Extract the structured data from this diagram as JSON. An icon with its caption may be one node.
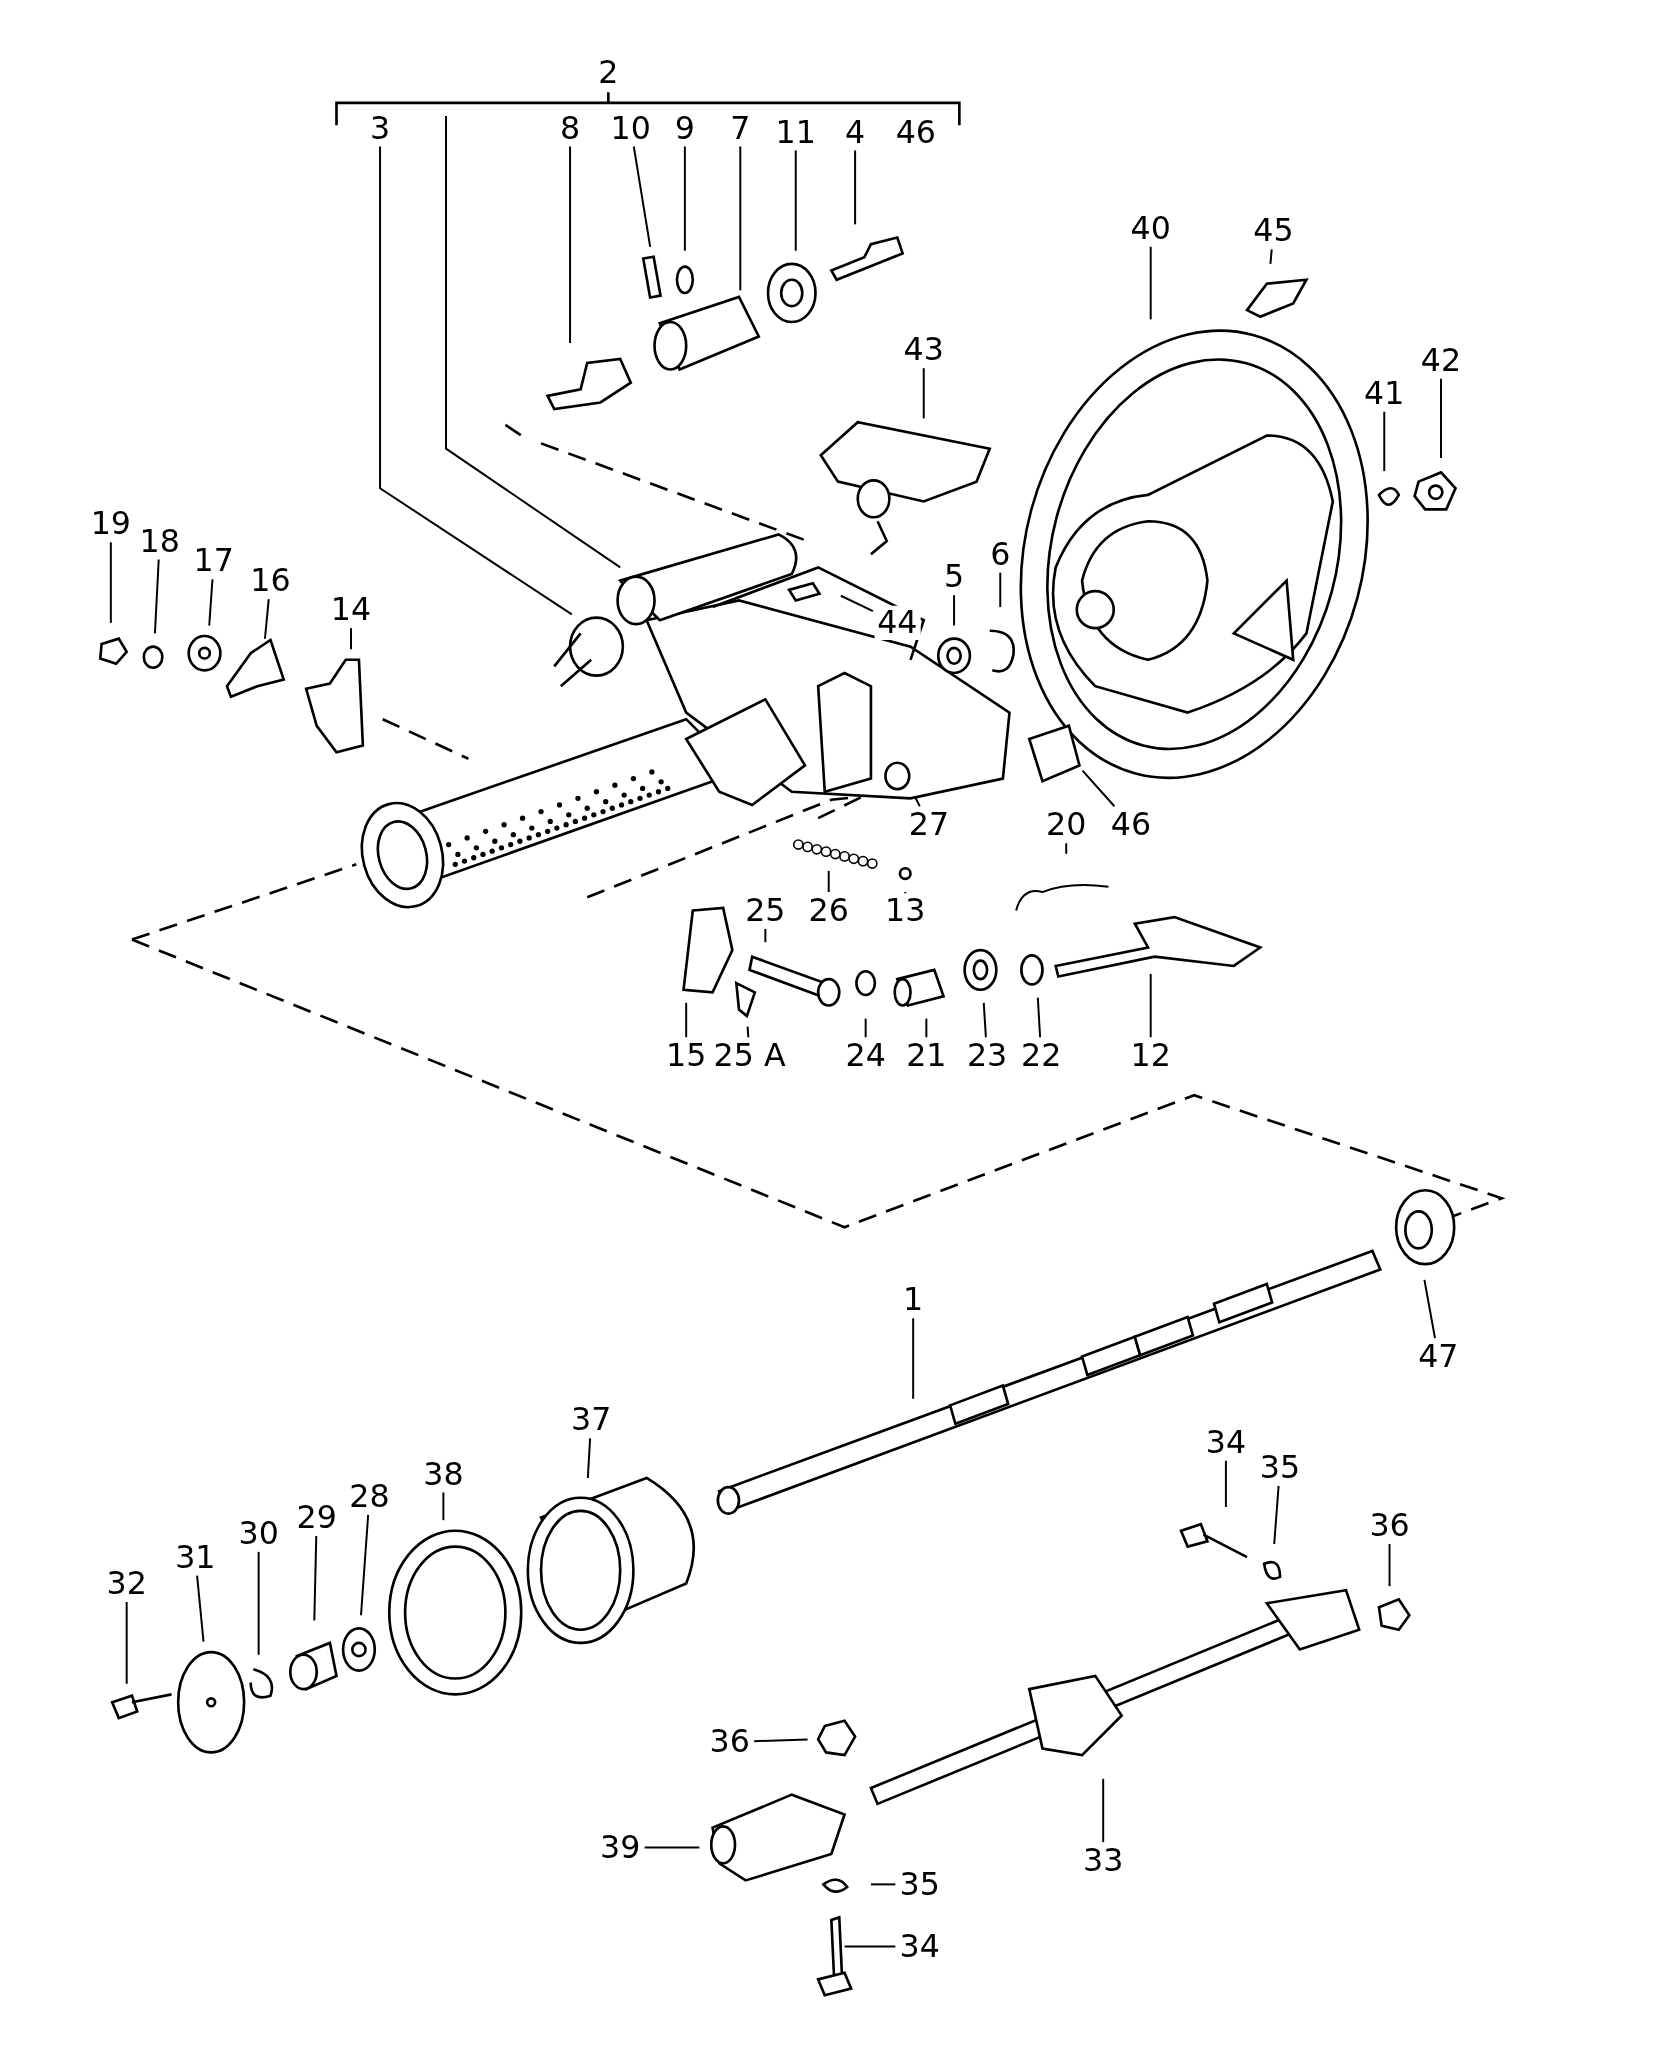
{
  "diagram": {
    "nodes": [
      {
        "text": [
          "3"
        ]
      },
      {
        "text": [
          "8"
        ]
      },
      {
        "text": [
          "10"
        ]
      },
      {
        "text": [
          "9"
        ]
      },
      {
        "text": [
          "7"
        ]
      },
      {
        "text": [
          "11"
        ]
      },
      {
        "text": [
          "4"
        ]
      },
      {
        "text": [
          "40"
        ]
      },
      {
        "text": [
          "45"
        ]
      },
      {
        "text": [
          "43"
        ]
      },
      {
        "text": [
          "42"
        ]
      },
      {
        "text": [
          "41"
        ]
      },
      {
        "text": [
          "19"
        ]
      },
      {
        "text": [
          "18"
        ]
      },
      {
        "text": [
          "17"
        ]
      },
      {
        "text": [
          "16"
        ]
      },
      {
        "text": [
          "14"
        ]
      },
      {
        "text": [
          "6"
        ]
      },
      {
        "text": [
          "5"
        ]
      },
      {
        "text": [
          "44"
        ]
      },
      {
        "text": [
          "27"
        ]
      },
      {
        "text": [
          "20"
        ]
      },
      {
        "text": [
          "46"
        ]
      },
      {
        "text": [
          "26"
        ]
      },
      {
        "text": [
          "13"
        ]
      },
      {
        "text": [
          "25"
        ]
      },
      {
        "text": [
          "15"
        ]
      },
      {
        "text": [
          "25 A"
        ]
      },
      {
        "text": [
          "24"
        ]
      },
      {
        "text": [
          "21"
        ]
      },
      {
        "text": [
          "23"
        ]
      },
      {
        "text": [
          "22"
        ]
      },
      {
        "text": [
          "12"
        ]
      },
      {
        "text": [
          "1"
        ]
      },
      {
        "text": [
          "47"
        ]
      },
      {
        "text": [
          "37"
        ]
      },
      {
        "text": [
          "34"
        ]
      },
      {
        "text": [
          "38"
        ]
      },
      {
        "text": [
          "35"
        ]
      },
      {
        "text": [
          "28"
        ]
      },
      {
        "text": [
          "29"
        ]
      },
      {
        "text": [
          "30"
        ]
      },
      {
        "text": [
          "36"
        ]
      },
      {
        "text": [
          "31"
        ]
      },
      {
        "text": [
          "32"
        ]
      },
      {
        "text": [
          "36"
        ]
      },
      {
        "text": [
          "39"
        ]
      },
      {
        "text": [
          "33"
        ]
      },
      {
        "text": [
          "35"
        ]
      },
      {
        "text": [
          "34"
        ]
      },
      {
        "text": [
          "2"
        ]
      },
      {
        "text": [
          "46"
        ]
      }
    ],
    "edges": [
      {
        "from": 0,
        "to": null,
        "arrow": "none"
      },
      {
        "from": 1,
        "to": null,
        "arrow": "none"
      },
      {
        "from": 2,
        "to": null,
        "arrow": "none"
      },
      {
        "from": 3,
        "to": null,
        "arrow": "none"
      },
      {
        "from": 4,
        "to": null,
        "arrow": "none"
      },
      {
        "from": 5,
        "to": null,
        "arrow": "none"
      },
      {
        "from": 6,
        "to": null,
        "arrow": "none"
      },
      {
        "from": 7,
        "to": null,
        "arrow": "none"
      },
      {
        "from": 8,
        "to": null,
        "arrow": "none"
      },
      {
        "from": 9,
        "to": null,
        "arrow": "none"
      },
      {
        "from": 10,
        "to": null,
        "arrow": "none"
      },
      {
        "from": 11,
        "to": null,
        "arrow": "none"
      },
      {
        "from": 12,
        "to": null,
        "arrow": "none"
      },
      {
        "from": 13,
        "to": null,
        "arrow": "none"
      },
      {
        "from": 14,
        "to": null,
        "arrow": "none"
      },
      {
        "from": 15,
        "to": null,
        "arrow": "none"
      },
      {
        "from": 16,
        "to": null,
        "arrow": "none"
      },
      {
        "from": 17,
        "to": null,
        "arrow": "none"
      },
      {
        "from": 18,
        "to": null,
        "arrow": "none"
      },
      {
        "from": 19,
        "to": null,
        "arrow": "none"
      },
      {
        "from": 20,
        "to": null,
        "arrow": "none"
      },
      {
        "from": 21,
        "to": null,
        "arrow": "none"
      },
      {
        "from": 22,
        "to": null,
        "arrow": "none"
      },
      {
        "from": 23,
        "to": null,
        "arrow": "none"
      },
      {
        "from": 24,
        "to": null,
        "arrow": "none"
      },
      {
        "from": 25,
        "to": null,
        "arrow": "none"
      },
      {
        "from": 26,
        "to": null,
        "arrow": "none"
      },
      {
        "from": 27,
        "to": null,
        "arrow": "none"
      },
      {
        "from": 28,
        "to": null,
        "arrow": "none"
      },
      {
        "from": 29,
        "to": null,
        "arrow": "none"
      },
      {
        "from": 30,
        "to": null,
        "arrow": "none"
      },
      {
        "from": 31,
        "to": null,
        "arrow": "none"
      },
      {
        "from": 32,
        "to": null,
        "arrow": "none"
      },
      {
        "from": 33,
        "to": null,
        "arrow": "none"
      },
      {
        "from": 34,
        "to": null,
        "arrow": "none"
      },
      {
        "from": 35,
        "to": null,
        "arrow": "none"
      },
      {
        "from": 36,
        "to": null,
        "arrow": "none"
      },
      {
        "from": 37,
        "to": null,
        "arrow": "none"
      },
      {
        "from": 38,
        "to": null,
        "arrow": "none"
      },
      {
        "from": 39,
        "to": null,
        "arrow": "none"
      },
      {
        "from": 40,
        "to": null,
        "arrow": "none"
      },
      {
        "from": 41,
        "to": null,
        "arrow": "none"
      },
      {
        "from": 42,
        "to": null,
        "arrow": "none"
      },
      {
        "from": 43,
        "to": null,
        "arrow": "none"
      },
      {
        "from": 44,
        "to": null,
        "arrow": "none"
      },
      {
        "from": 45,
        "to": null,
        "arrow": "none"
      },
      {
        "from": 46,
        "to": null,
        "arrow": "none"
      },
      {
        "from": 47,
        "to": null,
        "arrow": "none"
      },
      {
        "from": 48,
        "to": null,
        "arrow": "none"
      },
      {
        "from": 49,
        "to": null,
        "arrow": "none"
      }
    ]
  }
}
